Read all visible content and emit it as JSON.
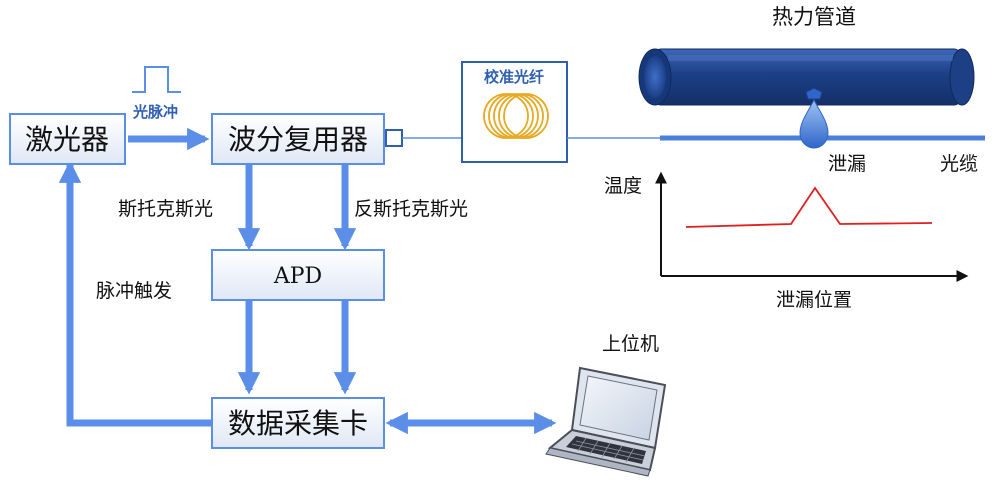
{
  "boxes": {
    "laser": "激光器",
    "wdm": "波分复用器",
    "apd": "APD",
    "daq": "数据采集卡"
  },
  "labels": {
    "light_pulse": "光脉冲",
    "stokes": "斯托克斯光",
    "anti_stokes": "反斯托克斯光",
    "pulse_trigger": "脉冲触发",
    "calibration_fiber": "校准光纤",
    "heat_pipe": "热力管道",
    "leak": "泄漏",
    "cable": "光缆",
    "temperature": "温度",
    "leak_position": "泄漏位置",
    "host_computer": "上位机"
  },
  "colors": {
    "arrow_blue": "#5b8ee8",
    "box_border": "#5b8ee8",
    "box_fill_top": "#ffffff",
    "box_fill_bottom": "#dfe8f6",
    "pipe_dark": "#1c3f86",
    "fiber_coil": "#e8a923",
    "temperature_line": "#e02020"
  },
  "icons": {
    "pulse": "square-pulse-icon",
    "coil": "fiber-coil-icon",
    "pipe": "heat-pipe-icon",
    "drop": "leak-drop-icon",
    "laptop": "laptop-icon"
  }
}
